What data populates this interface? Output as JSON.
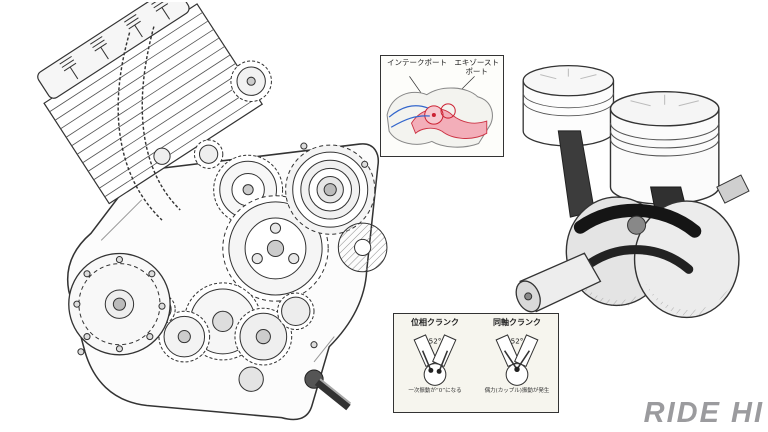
{
  "page": {
    "background": "#ffffff"
  },
  "port": {
    "label_intake": "インテークポート",
    "label_exhaust1": "エキゾースト",
    "label_exhaust2": "ポート",
    "accent_red": "#d93a4e",
    "accent_pink": "#f3aeb9",
    "accent_blue": "#3366cc"
  },
  "crank_box": {
    "left_title": "位相クランク",
    "right_title": "同軸クランク",
    "left_angle": "52°",
    "right_angle": "52°",
    "left_caption": "一次振動が“0”になる",
    "right_caption": "偶力(カップル)振動が発生"
  },
  "illustrations": {
    "engine_cutaway": "engine-cutaway-illustration",
    "crankshaft_pistons": "crankshaft-pistons-illustration"
  },
  "logo": {
    "text": "RIDE HI",
    "color": "#9b9b9e"
  }
}
